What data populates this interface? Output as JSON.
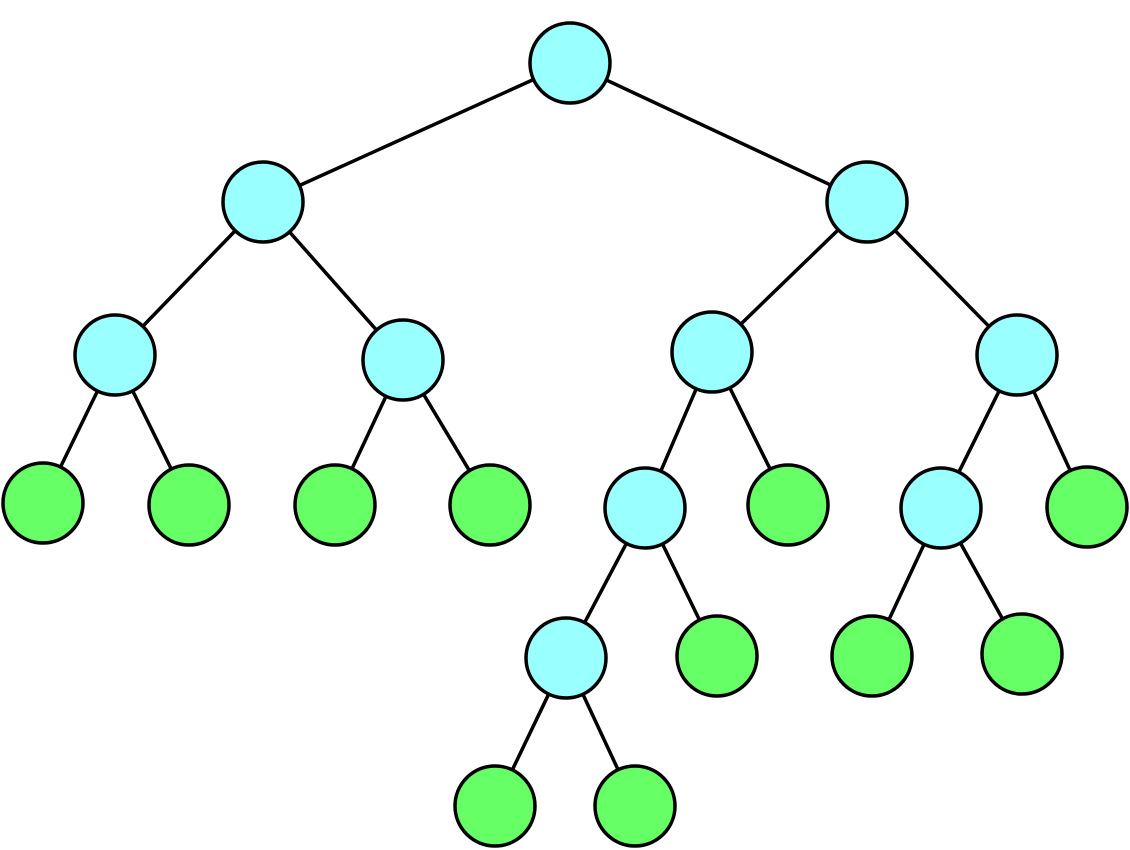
{
  "colors": {
    "internal": "#99ffff",
    "leaf": "#66ff66",
    "stroke": "#000000",
    "background": "#ffffff"
  },
  "tree": {
    "nodes": [
      {
        "id": "n1",
        "kind": "internal",
        "parent": null
      },
      {
        "id": "n2",
        "kind": "internal",
        "parent": "n1"
      },
      {
        "id": "n3",
        "kind": "internal",
        "parent": "n1"
      },
      {
        "id": "n4",
        "kind": "internal",
        "parent": "n2"
      },
      {
        "id": "n5",
        "kind": "internal",
        "parent": "n2"
      },
      {
        "id": "n6",
        "kind": "internal",
        "parent": "n3"
      },
      {
        "id": "n7",
        "kind": "internal",
        "parent": "n3"
      },
      {
        "id": "n8",
        "kind": "leaf",
        "parent": "n4"
      },
      {
        "id": "n9",
        "kind": "leaf",
        "parent": "n4"
      },
      {
        "id": "n10",
        "kind": "leaf",
        "parent": "n5"
      },
      {
        "id": "n11",
        "kind": "leaf",
        "parent": "n5"
      },
      {
        "id": "n12",
        "kind": "internal",
        "parent": "n6"
      },
      {
        "id": "n13",
        "kind": "leaf",
        "parent": "n6"
      },
      {
        "id": "n14",
        "kind": "internal",
        "parent": "n7"
      },
      {
        "id": "n15",
        "kind": "leaf",
        "parent": "n7"
      },
      {
        "id": "n16",
        "kind": "internal",
        "parent": "n12"
      },
      {
        "id": "n17",
        "kind": "leaf",
        "parent": "n12"
      },
      {
        "id": "n18",
        "kind": "leaf",
        "parent": "n14"
      },
      {
        "id": "n19",
        "kind": "leaf",
        "parent": "n14"
      },
      {
        "id": "n20",
        "kind": "leaf",
        "parent": "n16"
      },
      {
        "id": "n21",
        "kind": "leaf",
        "parent": "n16"
      }
    ]
  }
}
